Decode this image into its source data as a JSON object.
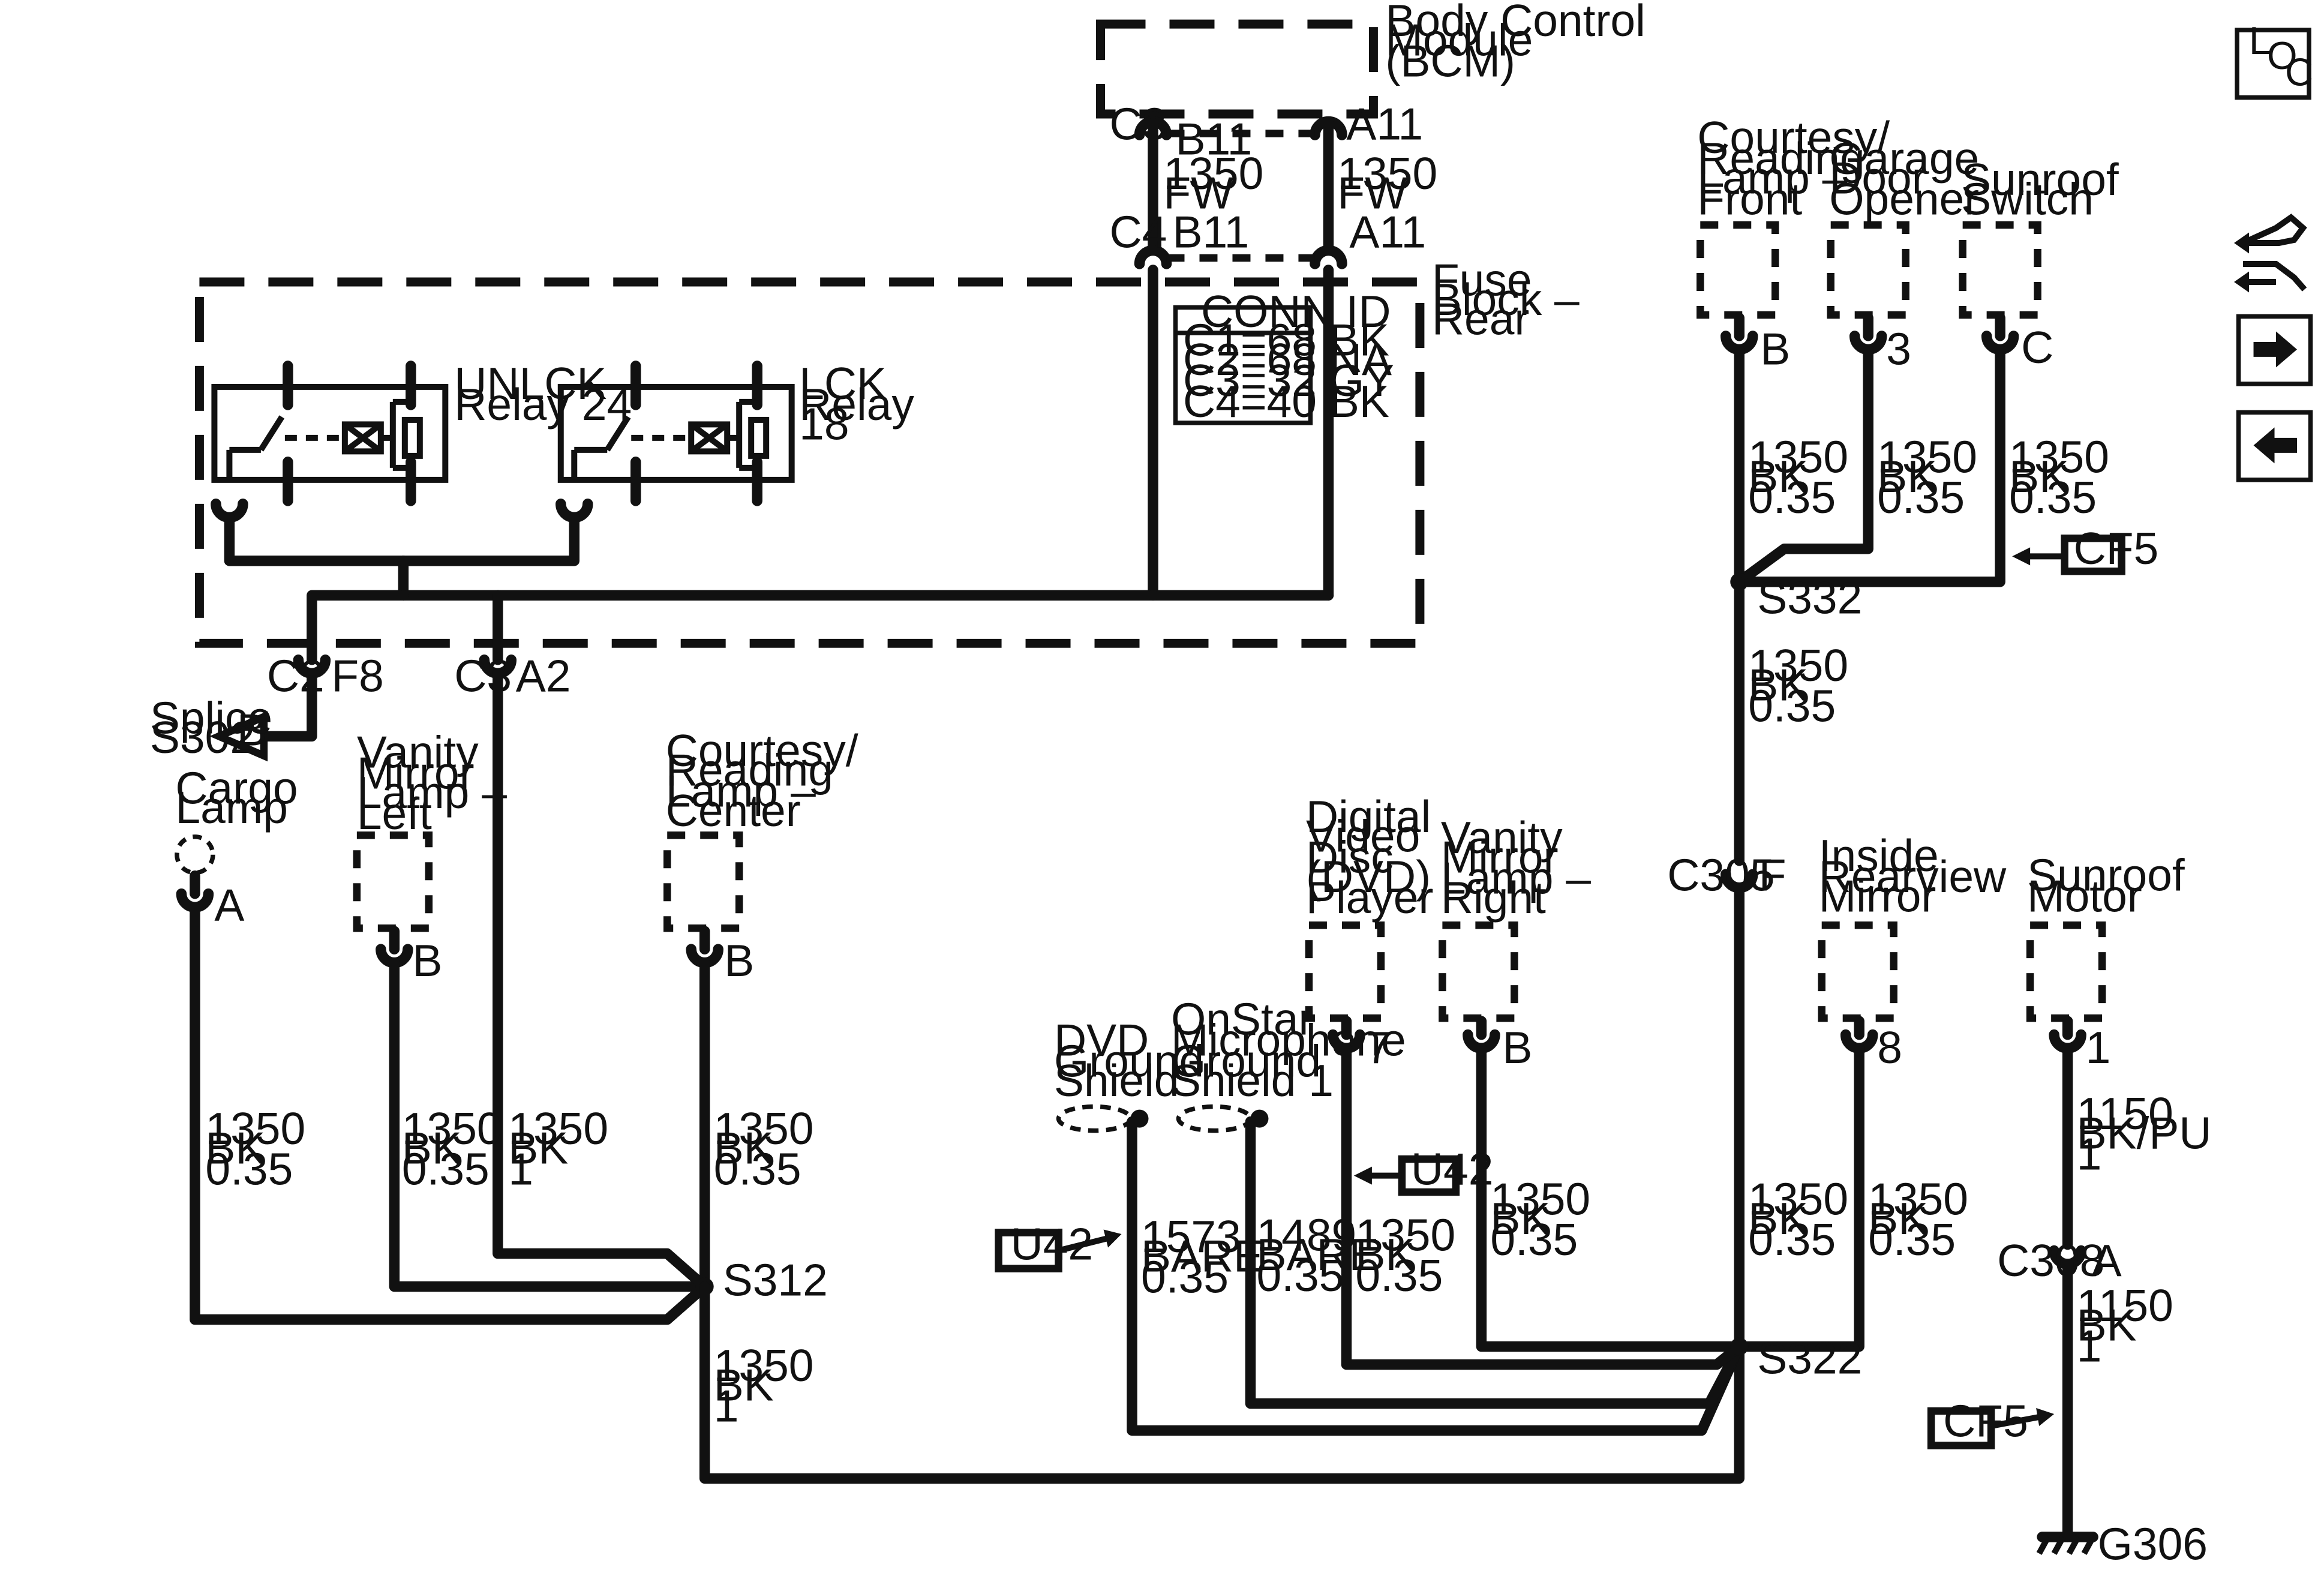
{
  "components": {
    "bcm": [
      "Body Control",
      "Module",
      "(BCM)"
    ],
    "fuse_block": [
      "Fuse",
      "Block –",
      "Rear"
    ],
    "unlck_relay": [
      "UNLCK",
      "Relay 24"
    ],
    "lck_relay": [
      "LCK",
      "Relay",
      "18"
    ],
    "courtesy_front": [
      "Courtesy/",
      "Reading",
      "Lamp –",
      "Front"
    ],
    "garage_door": [
      "Garage",
      "Door",
      "Opener"
    ],
    "sunroof_switch": [
      "Sunroof",
      "Switch"
    ],
    "splice": [
      "Splice",
      "S302"
    ],
    "cargo_lamp": [
      "Cargo",
      "Lamp"
    ],
    "vanity_left": [
      "Vanity",
      "Mirror",
      "Lamp –",
      "Left"
    ],
    "courtesy_center": [
      "Courtesy/",
      "Reading",
      "Lamp –",
      "Center"
    ],
    "dvd_player": [
      "Digital",
      "Video",
      "Disc",
      "(DVD)",
      "Player"
    ],
    "vanity_right": [
      "Vanity",
      "Mirror",
      "Lamp –",
      "Right"
    ],
    "inside_mirror": [
      "Inside",
      "Rearview",
      "Mirror"
    ],
    "sunroof_motor": [
      "Sunroof",
      "Motor"
    ],
    "dvd_shield": [
      "DVD",
      "Ground",
      "Shield"
    ],
    "onstar_shield": [
      "OnStar",
      "Microphone",
      "Ground",
      "Shield 1"
    ]
  },
  "conn_id": {
    "title": "CONN ID",
    "rows": [
      "C1=68 BK",
      "C2=68 NA",
      "C3=32 GY",
      "C4=40 BK"
    ]
  },
  "connectors": {
    "c3": "C3",
    "b11_top": "B11",
    "a11_top": "A11",
    "c4": "C4",
    "b11_bot": "B11",
    "a11_bot": "A11",
    "c2": "C2",
    "f8": "F8",
    "c3_fuse": "C3",
    "a2": "A2",
    "pin_b_front": "B",
    "pin_3": "3",
    "pin_c": "C",
    "pin_a_cargo": "A",
    "pin_b_vl": "B",
    "pin_b_center": "B",
    "pin_7": "7",
    "pin_b_vr": "B",
    "pin_8": "8",
    "pin_1": "1",
    "c305": "C305",
    "pin_f": "F",
    "c308": "C308",
    "pin_a_c308": "A",
    "splice_ref": "B"
  },
  "wires": {
    "bcm_b11": [
      "1350",
      "FW"
    ],
    "bcm_a11": [
      "1350",
      "FW"
    ],
    "front": [
      "1350",
      "BK",
      "0.35"
    ],
    "garage": [
      "1350",
      "BK",
      "0.35"
    ],
    "sunroof_sw": [
      "1350",
      "BK",
      "0.35"
    ],
    "s332_down": [
      "1350",
      "BK",
      "0.35"
    ],
    "cargo": [
      "1350",
      "BK",
      "0.35"
    ],
    "vanity_left": [
      "1350",
      "BK",
      "0.35"
    ],
    "fuse_a2": [
      "1350",
      "BK",
      "1"
    ],
    "center": [
      "1350",
      "BK",
      "0.35"
    ],
    "s312_down": [
      "1350",
      "BK",
      "1"
    ],
    "dvd_shield": [
      "1573",
      "BARE",
      "0.35"
    ],
    "onstar_shield": [
      "1489",
      "BARE",
      "0.35"
    ],
    "dvd_player": [
      "1350",
      "BK",
      "0.35"
    ],
    "vanity_right": [
      "1350",
      "BK",
      "0.35"
    ],
    "c305_down": [
      "1350",
      "BK",
      "0.35"
    ],
    "inside_mirror": [
      "1350",
      "BK",
      "0.35"
    ],
    "motor_top": [
      "1150",
      "BK/PU",
      "1"
    ],
    "motor_bottom": [
      "1150",
      "BK",
      "1"
    ]
  },
  "splices": {
    "s332": "S332",
    "s312": "S312",
    "s322": "S322"
  },
  "ground": "G306",
  "refs": {
    "cf5_top": "CF5",
    "u42_mid": "U42",
    "u42_left": "U42",
    "cf5_bottom": "CF5"
  },
  "nav": {
    "loc": [
      "L",
      "O",
      "C"
    ]
  }
}
